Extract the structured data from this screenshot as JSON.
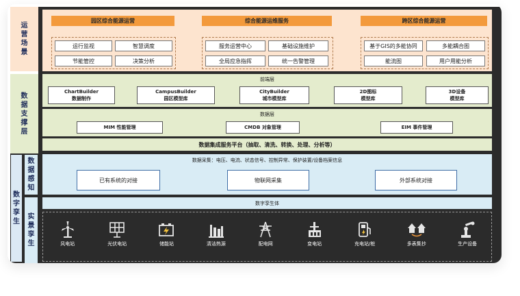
{
  "left_labels": {
    "ops": "运营场景",
    "support": "数据支撑层",
    "twin": "数字孪生",
    "sense": "数据感知",
    "real": "实景孪生"
  },
  "ops": {
    "groups": [
      {
        "title": "园区综合能源运营",
        "items": [
          "运行监视",
          "智慧调度",
          "节能管控",
          "决策分析"
        ]
      },
      {
        "title": "综合能源运维服务",
        "items": [
          "服务运营中心",
          "基础设施维护",
          "全局应急指挥",
          "统一告警管理"
        ]
      },
      {
        "title": "跨区综合能源运营",
        "items": [
          "基于GIS的多能协同",
          "多能耦合图",
          "能流图",
          "用户用能分析"
        ]
      }
    ]
  },
  "support": {
    "frontend_title": "前端层",
    "builders": [
      {
        "name": "ChartBuilder",
        "sub": "数据制作"
      },
      {
        "name": "CampusBuilder",
        "sub": "园区模型库"
      },
      {
        "name": "CityBuilder",
        "sub": "城市模型库"
      },
      {
        "name": "2D图标",
        "sub": "模型库"
      },
      {
        "name": "3D设备",
        "sub": "模型库"
      }
    ],
    "data_title": "数据层",
    "mgmt": [
      "MIM 性能管理",
      "CMDB 对象管理",
      "EIM 事件管理"
    ],
    "platform": "数据集成服务平台（抽取、清洗、转换、处理、分析等）"
  },
  "sense": {
    "collect": "数据采集：电压、电流、状态信号、控制异常、保护装置/设备档案信息",
    "boxes": [
      "已有系统的对接",
      "物联网采集",
      "外部系统对接"
    ]
  },
  "twin_bar": "数字孪生体",
  "real": {
    "items": [
      {
        "label": "风电站",
        "icon": "wind-turbine-icon"
      },
      {
        "label": "光伏电站",
        "icon": "solar-panel-icon"
      },
      {
        "label": "储能站",
        "icon": "battery-icon"
      },
      {
        "label": "清洁热源",
        "icon": "heat-plant-icon"
      },
      {
        "label": "配电网",
        "icon": "power-tower-icon"
      },
      {
        "label": "变电站",
        "icon": "substation-icon"
      },
      {
        "label": "充电站/桩",
        "icon": "charging-station-icon"
      },
      {
        "label": "多表集抄",
        "icon": "meter-reading-icon"
      },
      {
        "label": "生产设备",
        "icon": "robot-arm-icon"
      }
    ]
  },
  "colors": {
    "orange": "#f39a3c",
    "peach": "#fde4cf",
    "green": "#e4eccd",
    "blue": "#d9ecf5",
    "dark": "#2b2b2b"
  }
}
